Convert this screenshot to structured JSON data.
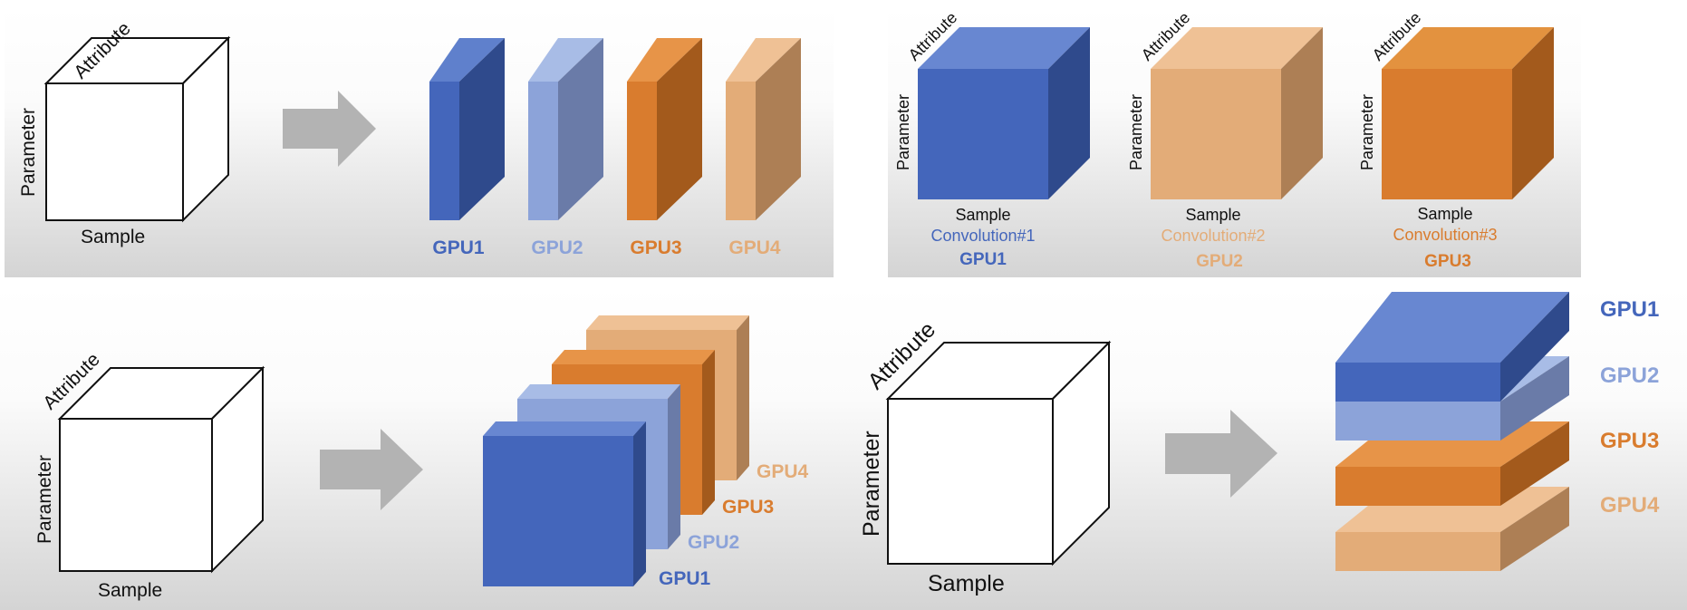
{
  "colors": {
    "blue": "#4466bb",
    "light_blue": "#8ca3d9",
    "orange": "#d97c2e",
    "tan": "#e3ac78",
    "arrow": "#b3b3b3",
    "panel_top": "#ffffff",
    "panel_bottom": "#d6d6d6"
  },
  "panels": {
    "top_left": {
      "cube": {
        "axis_attribute": "Attribute",
        "axis_parameter": "Parameter",
        "axis_sample": "Sample"
      },
      "arrow_icon": "right-arrow",
      "gpus": [
        "GPU1",
        "GPU2",
        "GPU3",
        "GPU4"
      ]
    },
    "top_right": {
      "cubes": [
        {
          "axis_attribute": "Attribute",
          "axis_parameter": "Parameter",
          "axis_sample": "Sample",
          "convolution": "Convolution#1",
          "gpu": "GPU1"
        },
        {
          "axis_attribute": "Attribute",
          "axis_parameter": "Parameter",
          "axis_sample": "Sample",
          "convolution": "Convolution#2",
          "gpu": "GPU2"
        },
        {
          "axis_attribute": "Attribute",
          "axis_parameter": "Parameter",
          "axis_sample": "Sample",
          "convolution": "Convolution#3",
          "gpu": "GPU3"
        }
      ]
    },
    "bottom_left": {
      "cube": {
        "axis_attribute": "Attribute",
        "axis_parameter": "Parameter",
        "axis_sample": "Sample"
      },
      "arrow_icon": "right-arrow",
      "gpus": [
        "GPU1",
        "GPU2",
        "GPU3",
        "GPU4"
      ]
    },
    "bottom_right": {
      "cube": {
        "axis_attribute": "Attribute",
        "axis_parameter": "Parameter",
        "axis_sample": "Sample"
      },
      "arrow_icon": "right-arrow",
      "gpus": [
        "GPU1",
        "GPU2",
        "GPU3",
        "GPU4"
      ]
    }
  }
}
